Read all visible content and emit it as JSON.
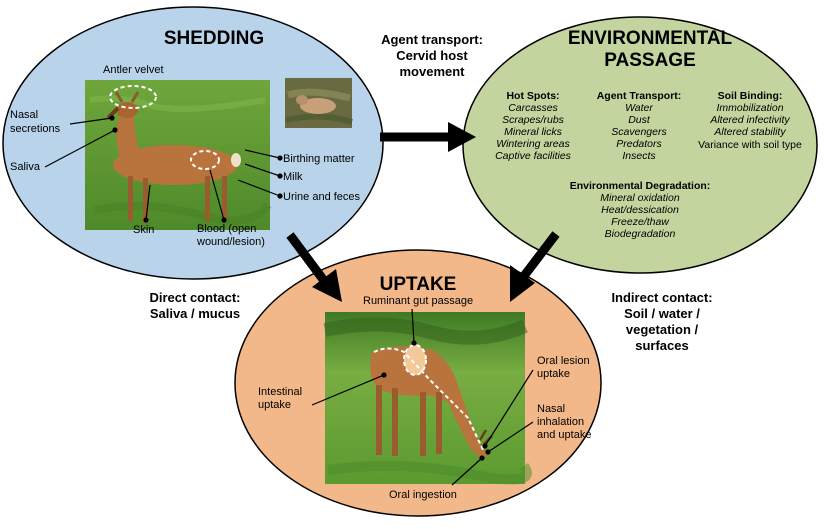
{
  "shedding": {
    "title": "SHEDDING",
    "labels": {
      "antler_velvet": "Antler velvet",
      "nasal_1": "Nasal",
      "nasal_2": "secretions",
      "saliva": "Saliva",
      "skin": "Skin",
      "blood_1": "Blood (open",
      "blood_2": "wound/lesion)",
      "birthing": "Birthing matter",
      "milk": "Milk",
      "urine": "Urine and feces"
    }
  },
  "agent_transport_top": {
    "line1": "Agent transport:",
    "line2": "Cervid host",
    "line3": "movement"
  },
  "environmental": {
    "title_1": "ENVIRONMENTAL",
    "title_2": "PASSAGE",
    "hot_spots": {
      "header": "Hot Spots:",
      "items": [
        "Carcasses",
        "Scrapes/rubs",
        "Mineral licks",
        "Wintering areas",
        "Captive facilities"
      ]
    },
    "agent_transport": {
      "header": "Agent Transport:",
      "items": [
        "Water",
        "Dust",
        "Scavengers",
        "Predators",
        "Insects"
      ]
    },
    "soil_binding": {
      "header": "Soil Binding:",
      "items": [
        "Immobilization",
        "Altered infectivity",
        "Altered stability",
        "Variance with soil type"
      ]
    },
    "degradation": {
      "header": "Environmental Degradation:",
      "items": [
        "Mineral oxidation",
        "Heat/dessication",
        "Freeze/thaw",
        "Biodegradation"
      ]
    }
  },
  "direct_contact": {
    "line1": "Direct contact:",
    "line2": "Saliva / mucus"
  },
  "indirect_contact": {
    "line1": "Indirect contact:",
    "line2": "Soil / water /",
    "line3": "vegetation /",
    "line4": "surfaces"
  },
  "uptake": {
    "title": "UPTAKE",
    "labels": {
      "ruminant": "Ruminant gut passage",
      "intestinal_1": "Intestinal",
      "intestinal_2": "uptake",
      "oral_lesion_1": "Oral lesion",
      "oral_lesion_2": "uptake",
      "nasal_1": "Nasal",
      "nasal_2": "inhalation",
      "nasal_3": "and uptake",
      "oral_ingestion": "Oral ingestion"
    }
  },
  "colors": {
    "shedding_fill": "#b9d4ea",
    "environmental_fill": "#c3d49e",
    "uptake_fill": "#f2b889",
    "outline": "#000000",
    "grass": "#5e9a34",
    "deer": "#b8743c"
  }
}
